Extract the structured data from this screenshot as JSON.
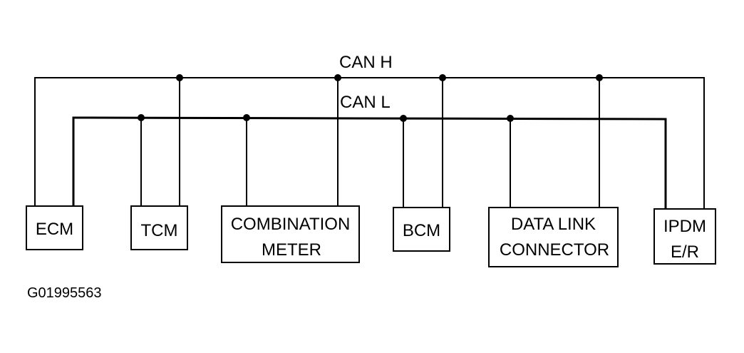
{
  "bus": {
    "can_h_label": "CAN H",
    "can_l_label": "CAN L"
  },
  "modules": {
    "ecm": {
      "line1": "ECM"
    },
    "tcm": {
      "line1": "TCM"
    },
    "combination_meter": {
      "line1": "COMBINATION",
      "line2": "METER"
    },
    "bcm": {
      "line1": "BCM"
    },
    "data_link_connector": {
      "line1": "DATA LINK",
      "line2": "CONNECTOR"
    },
    "ipdm": {
      "line1": "IPDM",
      "line2": "E/R"
    }
  },
  "figure_id": "G01995563",
  "colors": {
    "line": "#000000",
    "background": "#ffffff"
  }
}
